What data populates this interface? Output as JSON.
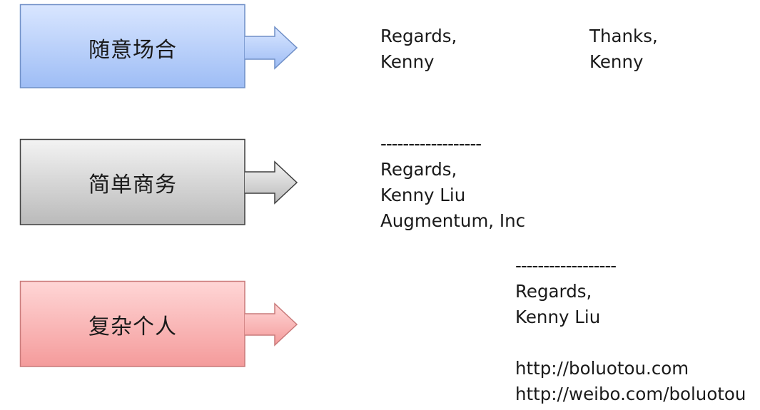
{
  "rows": [
    {
      "label": "随意场合",
      "signatures": [
        {
          "lines": [
            "Regards,",
            "Kenny"
          ]
        },
        {
          "lines": [
            "Thanks,",
            "Kenny"
          ]
        }
      ]
    },
    {
      "label": "简单商务",
      "signatures": [
        {
          "lines": [
            "------------------",
            "Regards,",
            "Kenny Liu",
            "Augmentum, Inc"
          ]
        }
      ]
    },
    {
      "label": "复杂个人",
      "signatures": [
        {
          "lines": [
            "------------------",
            "Regards,",
            "Kenny Liu",
            "",
            "http://boluotou.com",
            "http://weibo.com/boluotou"
          ]
        }
      ]
    }
  ],
  "colors": {
    "casual_fill_top": "#d6e4ff",
    "casual_fill_bottom": "#9dbcf4",
    "casual_stroke": "#6f8fc7",
    "business_fill_top": "#f2f2f2",
    "business_fill_bottom": "#b9b9b9",
    "business_stroke": "#3f3f3f",
    "personal_fill_top": "#ffd3d3",
    "personal_fill_bottom": "#f59b9b",
    "personal_stroke": "#c97a7a"
  }
}
